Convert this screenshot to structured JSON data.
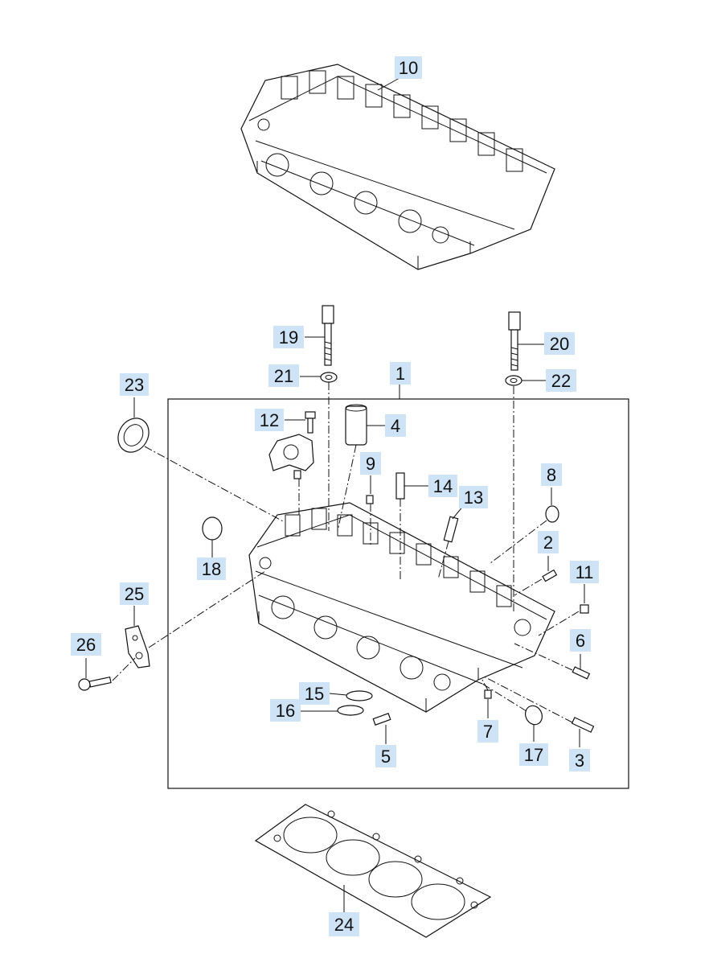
{
  "callouts": [
    {
      "id": "10",
      "label": "10"
    },
    {
      "id": "19",
      "label": "19"
    },
    {
      "id": "20",
      "label": "20"
    },
    {
      "id": "21",
      "label": "21"
    },
    {
      "id": "1",
      "label": "1"
    },
    {
      "id": "22",
      "label": "22"
    },
    {
      "id": "23",
      "label": "23"
    },
    {
      "id": "12",
      "label": "12"
    },
    {
      "id": "4",
      "label": "4"
    },
    {
      "id": "9",
      "label": "9"
    },
    {
      "id": "14",
      "label": "14"
    },
    {
      "id": "13",
      "label": "13"
    },
    {
      "id": "8",
      "label": "8"
    },
    {
      "id": "2",
      "label": "2"
    },
    {
      "id": "18",
      "label": "18"
    },
    {
      "id": "11",
      "label": "11"
    },
    {
      "id": "25",
      "label": "25"
    },
    {
      "id": "6",
      "label": "6"
    },
    {
      "id": "26",
      "label": "26"
    },
    {
      "id": "15",
      "label": "15"
    },
    {
      "id": "16",
      "label": "16"
    },
    {
      "id": "7",
      "label": "7"
    },
    {
      "id": "17",
      "label": "17"
    },
    {
      "id": "5",
      "label": "5"
    },
    {
      "id": "3",
      "label": "3"
    },
    {
      "id": "24",
      "label": "24"
    }
  ],
  "colors": {
    "callout_background": "#cfe3f7",
    "line": "#111111",
    "background": "#ffffff"
  }
}
